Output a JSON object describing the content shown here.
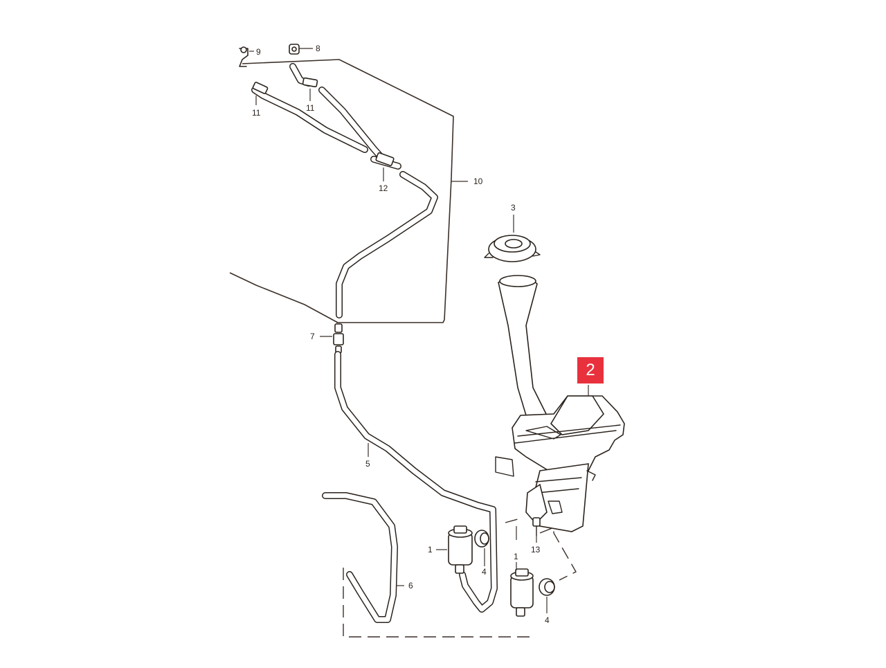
{
  "diagram": {
    "highlight_color": "#e8313c",
    "line_color": "#2a221c",
    "highlighted_part": "2",
    "labels": {
      "p1a": "1",
      "p1b": "1",
      "p3": "3",
      "p4a": "4",
      "p4b": "4",
      "p5": "5",
      "p6": "6",
      "p7": "7",
      "p8": "8",
      "p9": "9",
      "p10": "10",
      "p11a": "11",
      "p11b": "11",
      "p12": "12",
      "p13": "13"
    }
  }
}
